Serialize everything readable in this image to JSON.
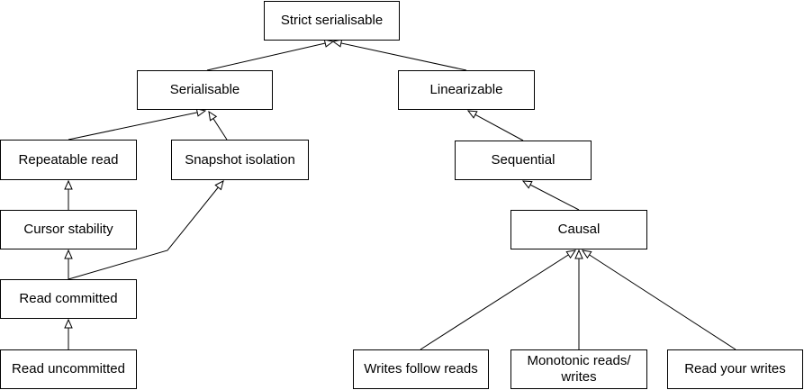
{
  "nodes": {
    "strict_serialisable": "Strict serialisable",
    "serialisable": "Serialisable",
    "linearizable": "Linearizable",
    "repeatable_read": "Repeatable read",
    "snapshot_isolation": "Snapshot isolation",
    "sequential": "Sequential",
    "cursor_stability": "Cursor stability",
    "causal": "Causal",
    "read_committed": "Read committed",
    "read_uncommitted": "Read uncommitted",
    "writes_follow_reads": "Writes follow reads",
    "monotonic_reads_writes": "Monotonic reads/ writes",
    "read_your_writes": "Read your writes"
  },
  "edges": [
    {
      "from": "serialisable",
      "to": "strict_serialisable"
    },
    {
      "from": "linearizable",
      "to": "strict_serialisable"
    },
    {
      "from": "repeatable_read",
      "to": "serialisable"
    },
    {
      "from": "snapshot_isolation",
      "to": "serialisable"
    },
    {
      "from": "sequential",
      "to": "linearizable"
    },
    {
      "from": "cursor_stability",
      "to": "repeatable_read"
    },
    {
      "from": "causal",
      "to": "sequential"
    },
    {
      "from": "read_committed",
      "to": "cursor_stability"
    },
    {
      "from": "read_committed",
      "to": "snapshot_isolation"
    },
    {
      "from": "read_uncommitted",
      "to": "read_committed"
    },
    {
      "from": "writes_follow_reads",
      "to": "causal"
    },
    {
      "from": "monotonic_reads_writes",
      "to": "causal"
    },
    {
      "from": "read_your_writes",
      "to": "causal"
    }
  ],
  "colors": {
    "stroke": "#000000",
    "fill": "#ffffff",
    "text": "#000000"
  }
}
